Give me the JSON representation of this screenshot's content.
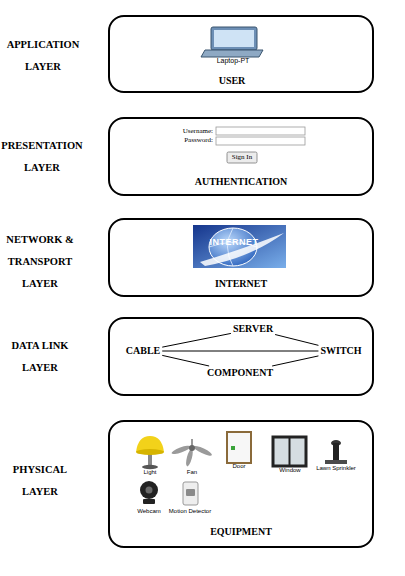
{
  "diagram": {
    "nodes": [
      {
        "text": [
          "Laptop-PT",
          "USER"
        ]
      },
      {
        "text": [
          "Username:",
          "Password:",
          "Sign In",
          "AUTHENTICATION"
        ]
      },
      {
        "text": [
          "INTERNET",
          "INTERNET"
        ]
      },
      {
        "text": []
      },
      {
        "text": [
          "SERVER"
        ],
        "in": 3
      },
      {
        "text": [
          "CABLE"
        ],
        "in": 3
      },
      {
        "text": [
          "SWITCH"
        ],
        "in": 3
      },
      {
        "text": [
          "COMPONENT"
        ],
        "in": 3
      },
      {
        "text": [
          "Light",
          "Fan",
          "Door",
          "Window",
          "Lawn Sprinkler",
          "Webcam",
          "Motion Detector",
          "EQUIPMENT"
        ]
      }
    ],
    "edges": [
      {
        "from": 5,
        "to": 4,
        "arrow": "none"
      },
      {
        "from": 4,
        "to": 6,
        "arrow": "none"
      },
      {
        "from": 5,
        "to": 6,
        "arrow": "none"
      },
      {
        "from": 5,
        "to": 7,
        "arrow": "none"
      },
      {
        "from": 7,
        "to": 6,
        "arrow": "none"
      }
    ],
    "labels": [
      "APPLICATION LAYER",
      "PRESENTATION LAYER",
      "NETWORK & TRANSPORT LAYER",
      "DATA LINK LAYER",
      "PHYSICAL LAYER"
    ]
  }
}
